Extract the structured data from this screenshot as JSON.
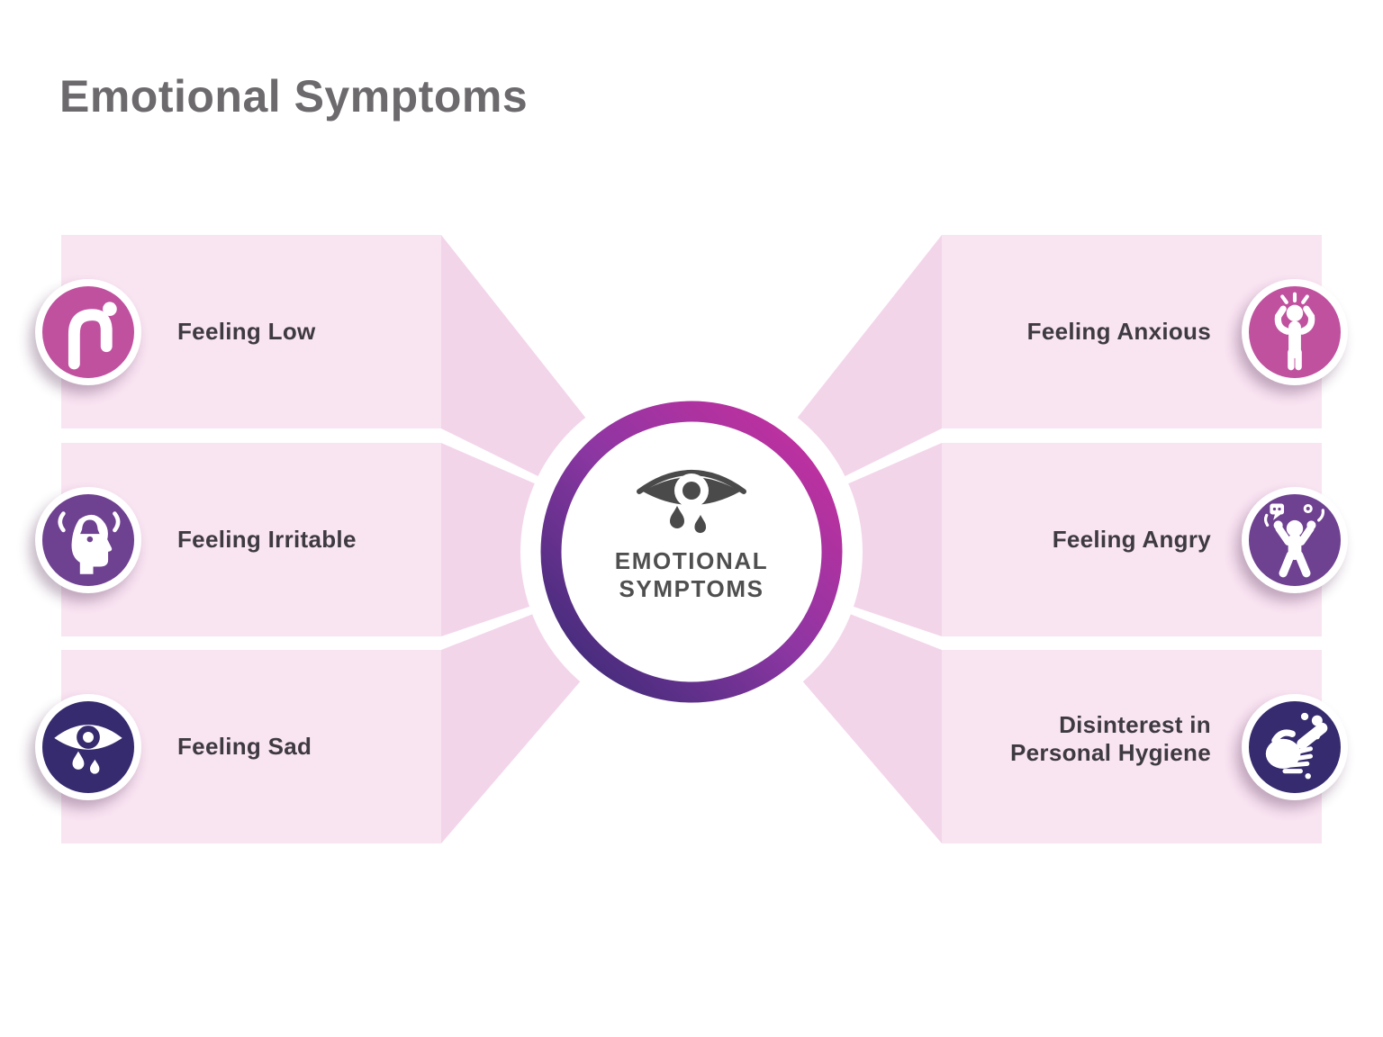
{
  "title": "Emotional Symptoms",
  "center": {
    "label_line1": "EMOTIONAL",
    "label_line2": "SYMPTOMS",
    "icon": "crying-eye-icon"
  },
  "left_items": [
    {
      "label": "Feeling Low",
      "icon": "slumped-person-icon",
      "circle_color": "#c0519f"
    },
    {
      "label": "Feeling Irritable",
      "icon": "head-bell-icon",
      "circle_color": "#6f4191"
    },
    {
      "label": "Feeling Sad",
      "icon": "crying-eye-icon",
      "circle_color": "#352b6e"
    }
  ],
  "right_items": [
    {
      "label": "Feeling Anxious",
      "icon": "hands-on-head-person-icon",
      "circle_color": "#c0519f"
    },
    {
      "label": "Feeling Angry",
      "icon": "shouting-person-icon",
      "circle_color": "#6f4191"
    },
    {
      "label": "Disinterest in Personal Hygiene",
      "icon": "washing-hands-icon",
      "circle_color": "#352b6e"
    }
  ],
  "colors": {
    "title_text": "#6d6a6d",
    "label_text": "#3e3a42",
    "band_fill": "#f9e4f2",
    "wedge_fill": "#f3d5ea",
    "ring_gradient_bottom_left": "#342a72",
    "ring_gradient_mid": "#8c36a2",
    "ring_gradient_top_right": "#cb2f9f",
    "center_icon_color": "#4a4a4a"
  }
}
